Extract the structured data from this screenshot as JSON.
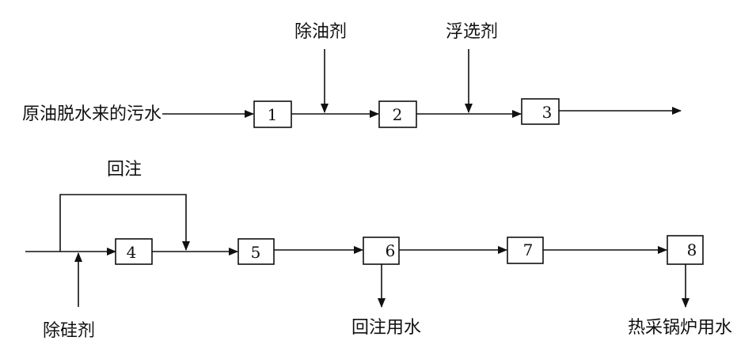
{
  "labels": {
    "source": "原油脱水来的污水",
    "deoiler": "除油剂",
    "flotation": "浮选剂",
    "reinject_loop": "回注",
    "desilicon": "除硅剂",
    "reinject_water": "回注用水",
    "boiler_water": "热采锅炉用水"
  },
  "boxes": [
    "1",
    "2",
    "3",
    "4",
    "5",
    "6",
    "7",
    "8"
  ]
}
